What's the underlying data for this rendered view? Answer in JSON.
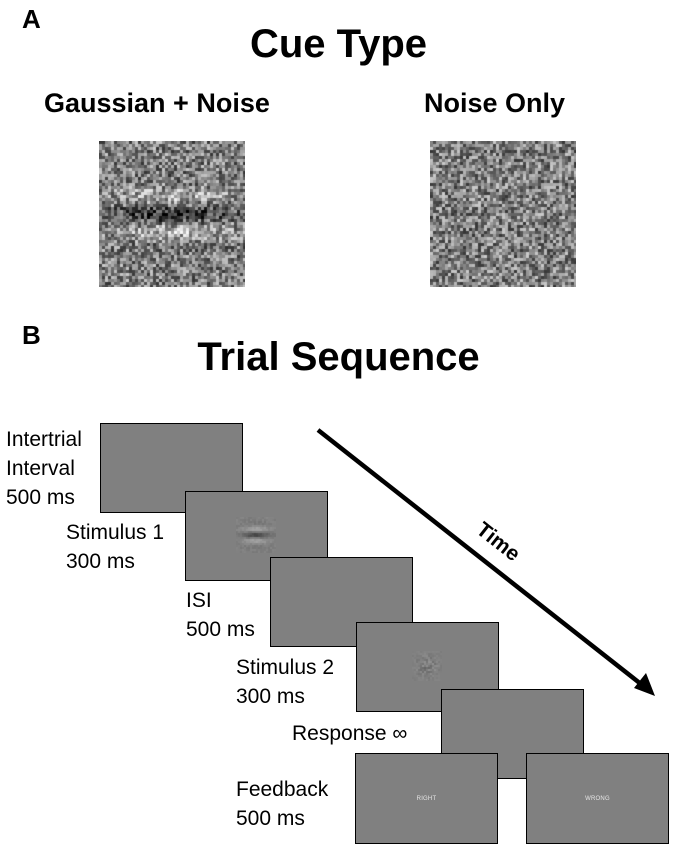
{
  "panelA": {
    "letter": "A",
    "title": "Cue Type",
    "cues": [
      {
        "label": "Gaussian + Noise",
        "type": "gabor-plus-noise"
      },
      {
        "label": "Noise Only",
        "type": "noise-only"
      }
    ]
  },
  "panelB": {
    "letter": "B",
    "title": "Trial Sequence",
    "time_label": "Time",
    "steps": [
      {
        "line1": "Intertrial",
        "line2": "Interval",
        "line3": "500 ms"
      },
      {
        "line1": "Stimulus 1",
        "line2": "300 ms"
      },
      {
        "line1": "ISI",
        "line2": "500 ms"
      },
      {
        "line1": "Stimulus 2",
        "line2": "300 ms"
      },
      {
        "line1": "Response ∞"
      },
      {
        "line1": "Feedback",
        "line2": "500 ms"
      }
    ],
    "feedback_screens": [
      "RIGHT",
      "WRONG"
    ]
  },
  "colors": {
    "screen": "#808080",
    "border": "#000000"
  }
}
